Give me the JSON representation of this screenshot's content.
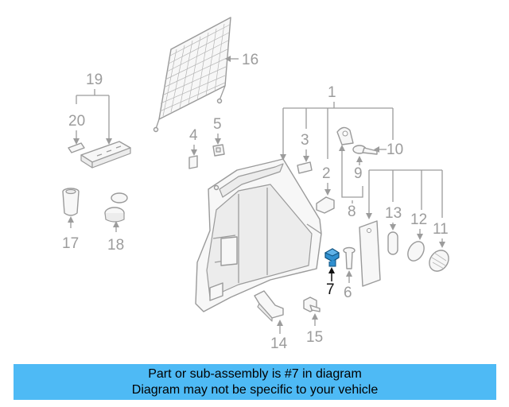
{
  "colors": {
    "highlight_part": "#2f8fcf",
    "banner_background": "#4ebaf5",
    "label_gray": "#9c9c9c"
  },
  "diagram": {
    "highlighted_part": "7",
    "labels": {
      "p1": "1",
      "p2": "2",
      "p3": "3",
      "p4": "4",
      "p5": "5",
      "p6": "6",
      "p7": "7",
      "p8": "8",
      "p9": "9",
      "p10": "10",
      "p11": "11",
      "p12": "12",
      "p13": "13",
      "p14": "14",
      "p15": "15",
      "p16": "16",
      "p17": "17",
      "p18": "18",
      "p19": "19",
      "p20": "20"
    }
  },
  "banner": {
    "line1": "Part or sub-assembly is #7 in diagram",
    "line2": "Diagram may not be specific to your vehicle"
  }
}
